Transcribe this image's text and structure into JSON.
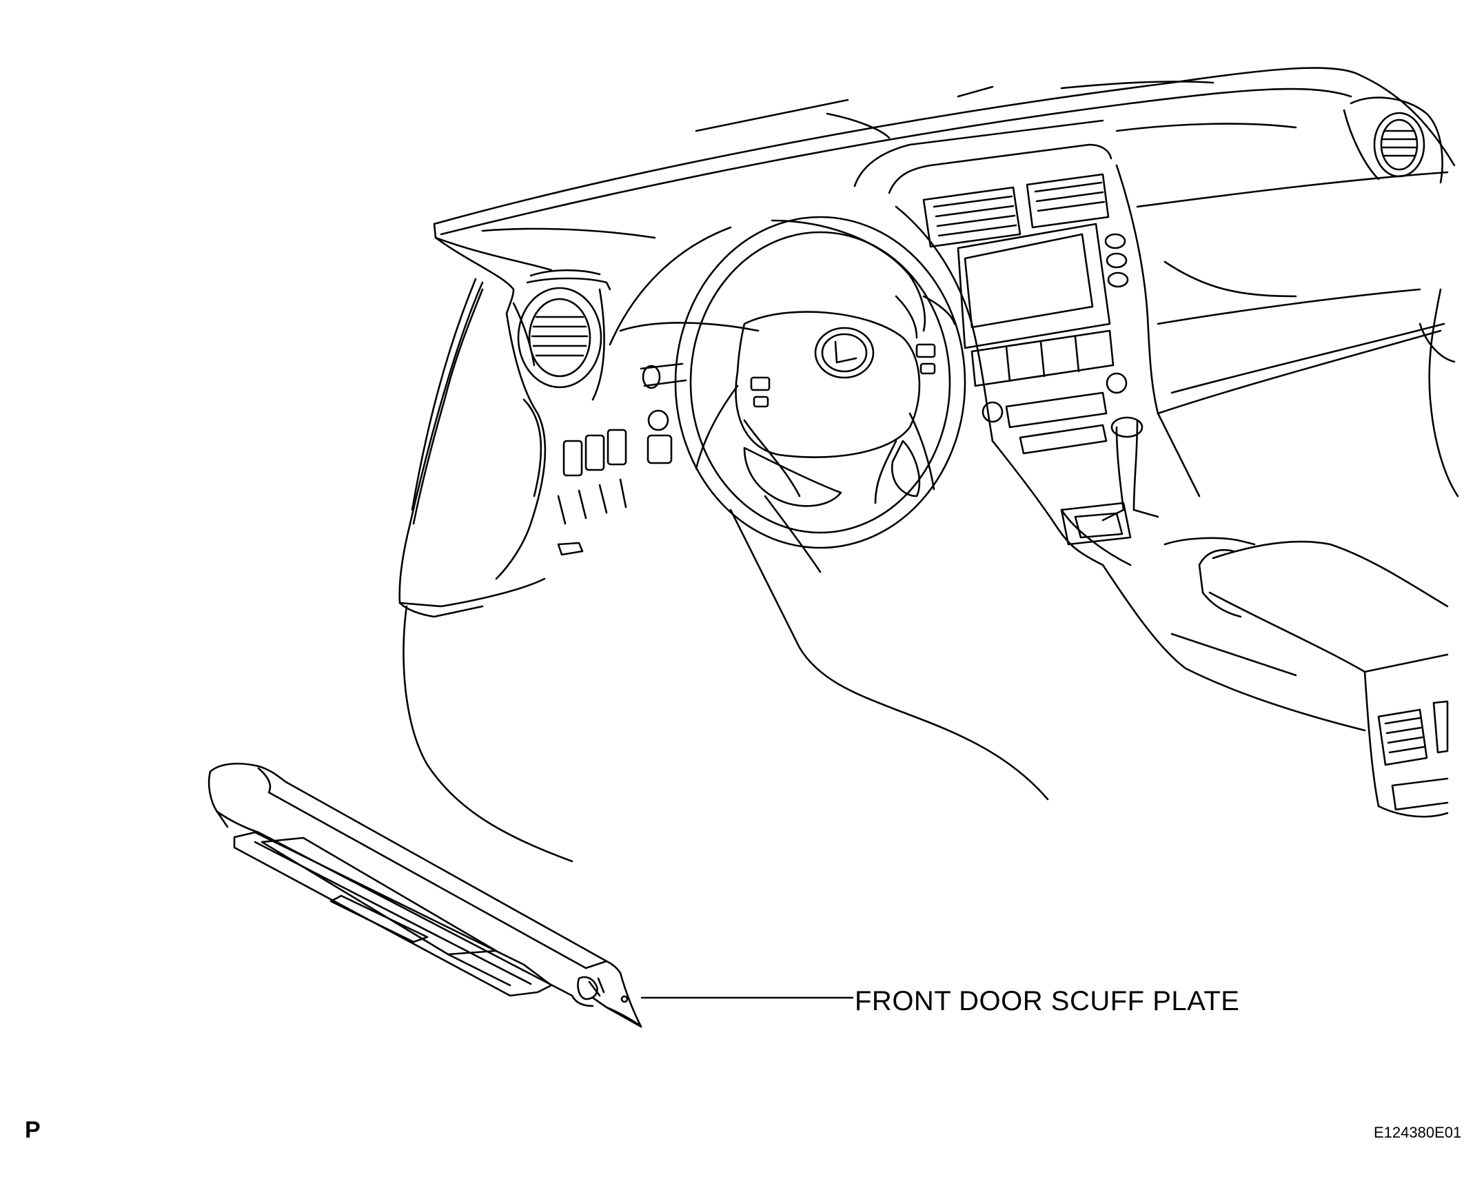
{
  "callout": {
    "label": "FRONT DOOR SCUFF PLATE"
  },
  "corner_mark": "P",
  "figure_code": "E124380E01",
  "colors": {
    "line": "#000000",
    "background": "#ffffff"
  }
}
